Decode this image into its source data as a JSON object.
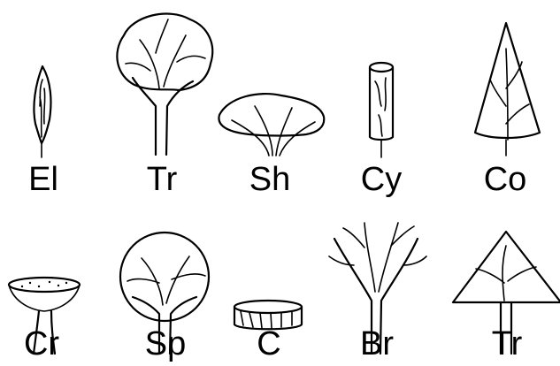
{
  "labels": {
    "el": "El",
    "tr_top": "Tr",
    "sh": "Sh",
    "cy": "Cy",
    "co": "Co",
    "cr": "Cr",
    "sp": "Sp",
    "c": "C",
    "br": "Br",
    "tr_bottom": "Tr"
  },
  "colors": {
    "line": "#000000",
    "background": "#ffffff"
  }
}
